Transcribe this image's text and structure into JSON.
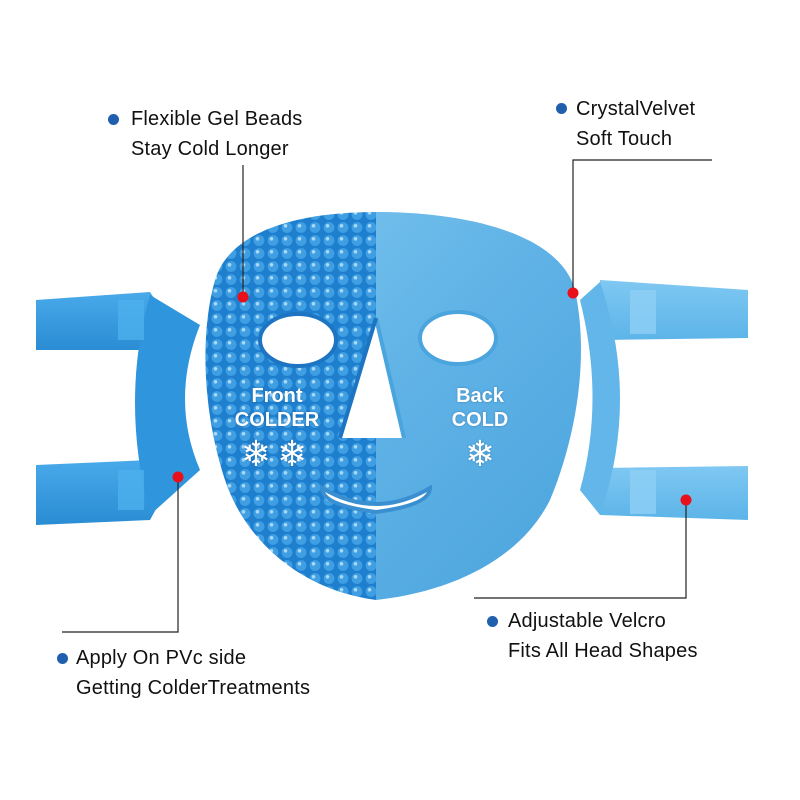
{
  "callouts": {
    "top_left": {
      "line1": "Flexible Gel Beads",
      "line2": "Stay Cold Longer"
    },
    "top_right": {
      "line1": "CrystalVelvet",
      "line2": "Soft Touch"
    },
    "bottom_left": {
      "line1": "Apply On PVc side",
      "line2": "Getting ColderTreatments"
    },
    "bottom_right": {
      "line1": "Adjustable Velcro",
      "line2": "Fits All Head Shapes"
    }
  },
  "mask": {
    "front": {
      "line1": "Front",
      "line2": "COLDER",
      "icon": "snowflake-icon"
    },
    "back": {
      "line1": "Back",
      "line2": "COLD",
      "icon": "snowflake-icon"
    }
  },
  "colors": {
    "bullet": "#1f5fae",
    "marker": "#e8101a",
    "gel_blue": "#2f8fd6",
    "velvet_blue": "#63b8ea",
    "strap_blue": "#3a9fe0",
    "leader_line": "#222222"
  }
}
